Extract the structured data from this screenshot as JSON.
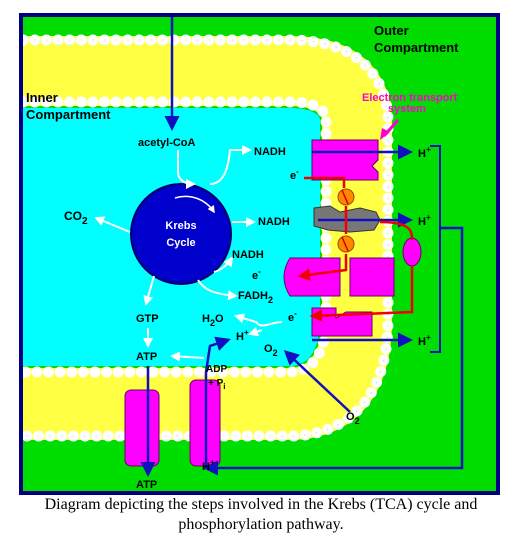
{
  "labels": {
    "outer_compartment_1": "Outer",
    "outer_compartment_2": "Compartment",
    "inner_compartment_1": "Inner",
    "inner_compartment_2": "Compartment",
    "etc_1": "Electron transport",
    "etc_2": "system",
    "acetyl_coa": "acetyl-CoA",
    "co2": "CO",
    "co2_sub": "2",
    "krebs_1": "Krebs",
    "krebs_2": "Cycle",
    "nadh_top": "NADH",
    "nadh_mid": "NADH",
    "nadh_low": "NADH",
    "fadh2": "FADH",
    "fadh2_sub": "2",
    "gtp": "GTP",
    "atp_mid": "ATP",
    "atp_bottom": "ATP",
    "h2o": "H",
    "h2o_sub": "2",
    "h2o_o": "O",
    "o2_1": "O",
    "o2_1_sub": "2",
    "o2_2": "O",
    "o2_2_sub": "2",
    "adp": "ADP",
    "pi_plus": "+ P",
    "pi_sub": "i",
    "e_top": "e",
    "e_mid": "e",
    "e_low": "e",
    "e_sup": "-",
    "h_1": "H",
    "h_2": "H",
    "h_3": "H",
    "h_4": "H",
    "h_5": "H",
    "h_sup": "+"
  },
  "caption_line1": "Diagram depicting the steps involved in the Krebs (TCA) cycle and",
  "caption_line2": "phosphorylation pathway.",
  "colors": {
    "outer_green": "#00dd00",
    "inner_cyan": "#00ffff",
    "krebs_blue": "#0000cc",
    "arrow_blue": "#1010c0",
    "protein_magenta": "#ff00ff",
    "etc_label_magenta": "#ff00cc",
    "electron_red": "#ee0000",
    "membrane_yellow": "#ffff44",
    "frame_navy": "#000080"
  }
}
